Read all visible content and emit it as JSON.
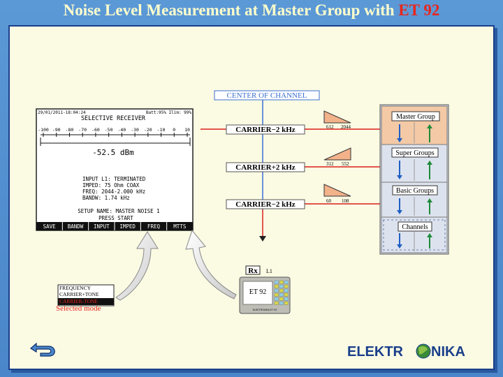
{
  "title": {
    "main": "Noise Level Measurement at Master Group with ",
    "accent": "ET 92"
  },
  "center_label": "CENTER OF CHANNEL",
  "carriers": [
    {
      "label": "CARRIER−2 kHz",
      "range_lo": "612",
      "range_hi": "2044"
    },
    {
      "label": "CARRIER+2 kHz",
      "range_lo": "312",
      "range_hi": "552"
    },
    {
      "label": "CARRIER−2 kHz",
      "range_lo": "60",
      "range_hi": "108"
    }
  ],
  "groups": [
    "Master Group",
    "Super Groups",
    "Basic Groups",
    "Channels"
  ],
  "rx": {
    "label": "Rx",
    "port": "L1"
  },
  "device": {
    "name": "ET 92",
    "bottom_text": "ELEKTRONIKA ET 92"
  },
  "lcd": {
    "header_left": "29/01/2011-18:04:24",
    "header_right": "Batt:95%  Ilim: 99%",
    "title": "SELECTIVE RECEIVER",
    "scale": [
      "-100",
      "-90",
      "-80",
      "-70",
      "-60",
      "-50",
      "-40",
      "-30",
      "-20",
      "-10",
      "0",
      "10"
    ],
    "reading": "-52.5 dBm",
    "params": [
      "INPUT L1: TERMINATED",
      "IMPED: 75 Ohm COAX",
      "FREQ: 2044-2.000 kHz",
      "BANDW: 1.74 kHz"
    ],
    "setup": "SETUP NAME: MASTER NOISE 1",
    "press": "PRESS START",
    "softkeys": [
      "SAVE",
      "BANDW",
      "INPUT",
      "IMPED",
      "FREQ",
      "MTTS"
    ]
  },
  "mode_box": {
    "lines": [
      "FREQUENCY",
      "CARRIER+TONE",
      "CARRIER-TONE"
    ],
    "caption": "Selected mode"
  },
  "logo": {
    "left": "ELEKTR",
    "right": "NIKA"
  },
  "colors": {
    "title": "#ffffcc",
    "accent": "#e8251c",
    "line_red": "#d91e18",
    "line_blue": "#3b6fd1",
    "arrow_blue": "#1f5fc4",
    "arrow_green": "#1f8a3a"
  },
  "icons": [
    "back-arrow-icon",
    "globe-icon"
  ]
}
